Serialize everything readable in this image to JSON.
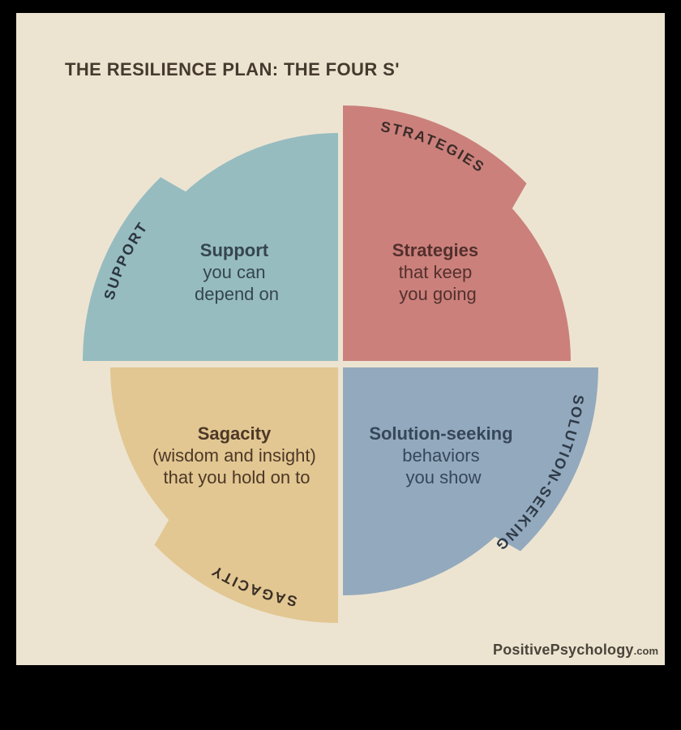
{
  "title": "THE RESILIENCE PLAN: THE FOUR S'",
  "colors": {
    "frame": "#000000",
    "canvas_background": "#ece4d1",
    "quadrant_gap": "#efe7d6",
    "title_text": "#46392e",
    "watermark_text": "#4b443a"
  },
  "quadrants": [
    {
      "id": "support",
      "arc_label": "SUPPORT",
      "color": "#96bcc0",
      "arc_label_color": "#2c3540",
      "text_color": "#35454e",
      "lines": [
        "Support",
        "you can",
        "depend on"
      ]
    },
    {
      "id": "strategies",
      "arc_label": "STRATEGIES",
      "color": "#cb807c",
      "arc_label_color": "#3c2c28",
      "text_color": "#53302c",
      "lines": [
        "Strategies",
        "that keep",
        "you going"
      ]
    },
    {
      "id": "sagacity",
      "arc_label": "SAGACITY",
      "color": "#e2c792",
      "arc_label_color": "#3a2f26",
      "text_color": "#4d3827",
      "lines": [
        "Sagacity",
        "(wisdom and insight)",
        "that you hold on to"
      ]
    },
    {
      "id": "solution-seeking",
      "arc_label": "SOLUTION-SEEKING",
      "color": "#93a9bd",
      "arc_label_color": "#2e3a48",
      "text_color": "#36475a",
      "lines": [
        "Solution-seeking",
        "behaviors",
        "you show"
      ]
    }
  ],
  "watermark": {
    "brand": "PositivePsychology",
    "tld": ".com"
  }
}
